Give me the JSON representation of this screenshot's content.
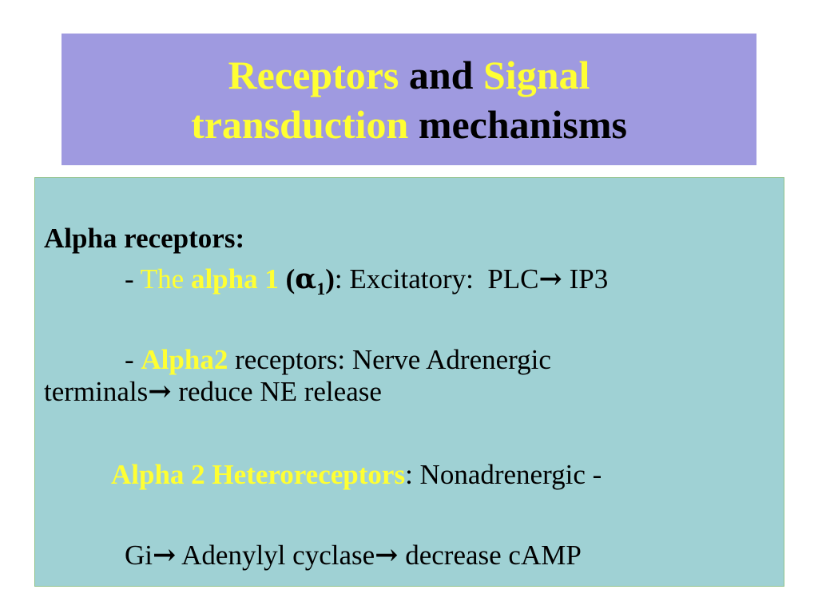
{
  "colors": {
    "title_bg": "#9f9ae0",
    "content_bg": "#9fd1d4",
    "highlight": "#ffff33",
    "text": "#000000"
  },
  "title": {
    "line1": {
      "part1": "Receptors",
      "part2": " and ",
      "part3": "Signal"
    },
    "line2": {
      "part1": "transduction",
      "part2": " mechanisms"
    }
  },
  "content": {
    "heading": "Alpha receptors:",
    "alpha1": {
      "dash": "- ",
      "the": "The ",
      "name": "alpha 1",
      "paren_open": " (",
      "greek": "α",
      "subscript": "1",
      "paren_close": ")",
      "rest": ": Excitatory:  PLC",
      "arrow": "→",
      "after_arrow": " IP3"
    },
    "alpha2": {
      "dash": "- ",
      "name": "Alpha2",
      "rest": " receptors: Nerve Adrenergic",
      "line2_start": "terminals",
      "arrow": "→",
      "line2_end": " reduce NE release"
    },
    "hetero": {
      "name": "Alpha 2 Heteroreceptors",
      "rest": ": Nonadrenergic -"
    },
    "gi": {
      "part1": "Gi",
      "arrow1": "→",
      "part2": " Adenylyl cyclase",
      "arrow2": "→",
      "part3": " decrease cAMP"
    }
  }
}
